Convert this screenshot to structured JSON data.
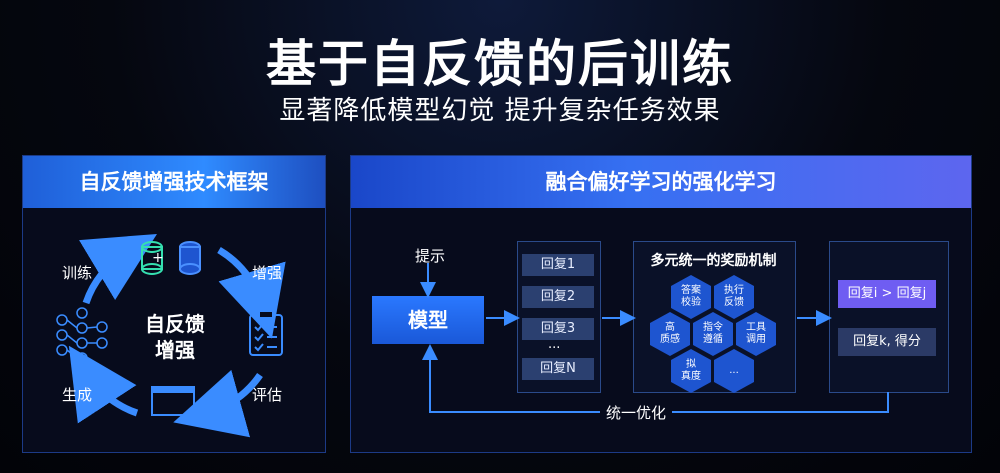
{
  "title": "基于自反馈的后训练",
  "subtitle": "显著降低模型幻觉  提升复杂任务效果",
  "left_panel": {
    "header": "自反馈增强技术框架",
    "center_line1": "自反馈",
    "center_line2": "增强",
    "labels": {
      "train": "训练",
      "enhance": "增强",
      "generate": "生成",
      "evaluate": "评估"
    },
    "plus": "+"
  },
  "right_panel": {
    "header": "融合偏好学习的强化学习",
    "prompt": "提示",
    "model": "模型",
    "responses": [
      "回复1",
      "回复2",
      "回复3",
      "...",
      "回复N"
    ],
    "reward_title": "多元统一的奖励机制",
    "hexes": [
      "答案\n校验",
      "执行\n反馈",
      "高\n质感",
      "指令\n遵循",
      "工具\n调用",
      "拟\n真度",
      "..."
    ],
    "output_compare": "回复i > 回复j",
    "output_score": "回复k, 得分",
    "optimize": "统一优化"
  },
  "colors": {
    "accent_blue": "#2f8bff",
    "purple": "#6f5df2",
    "panel_border": "#1c3a86"
  }
}
